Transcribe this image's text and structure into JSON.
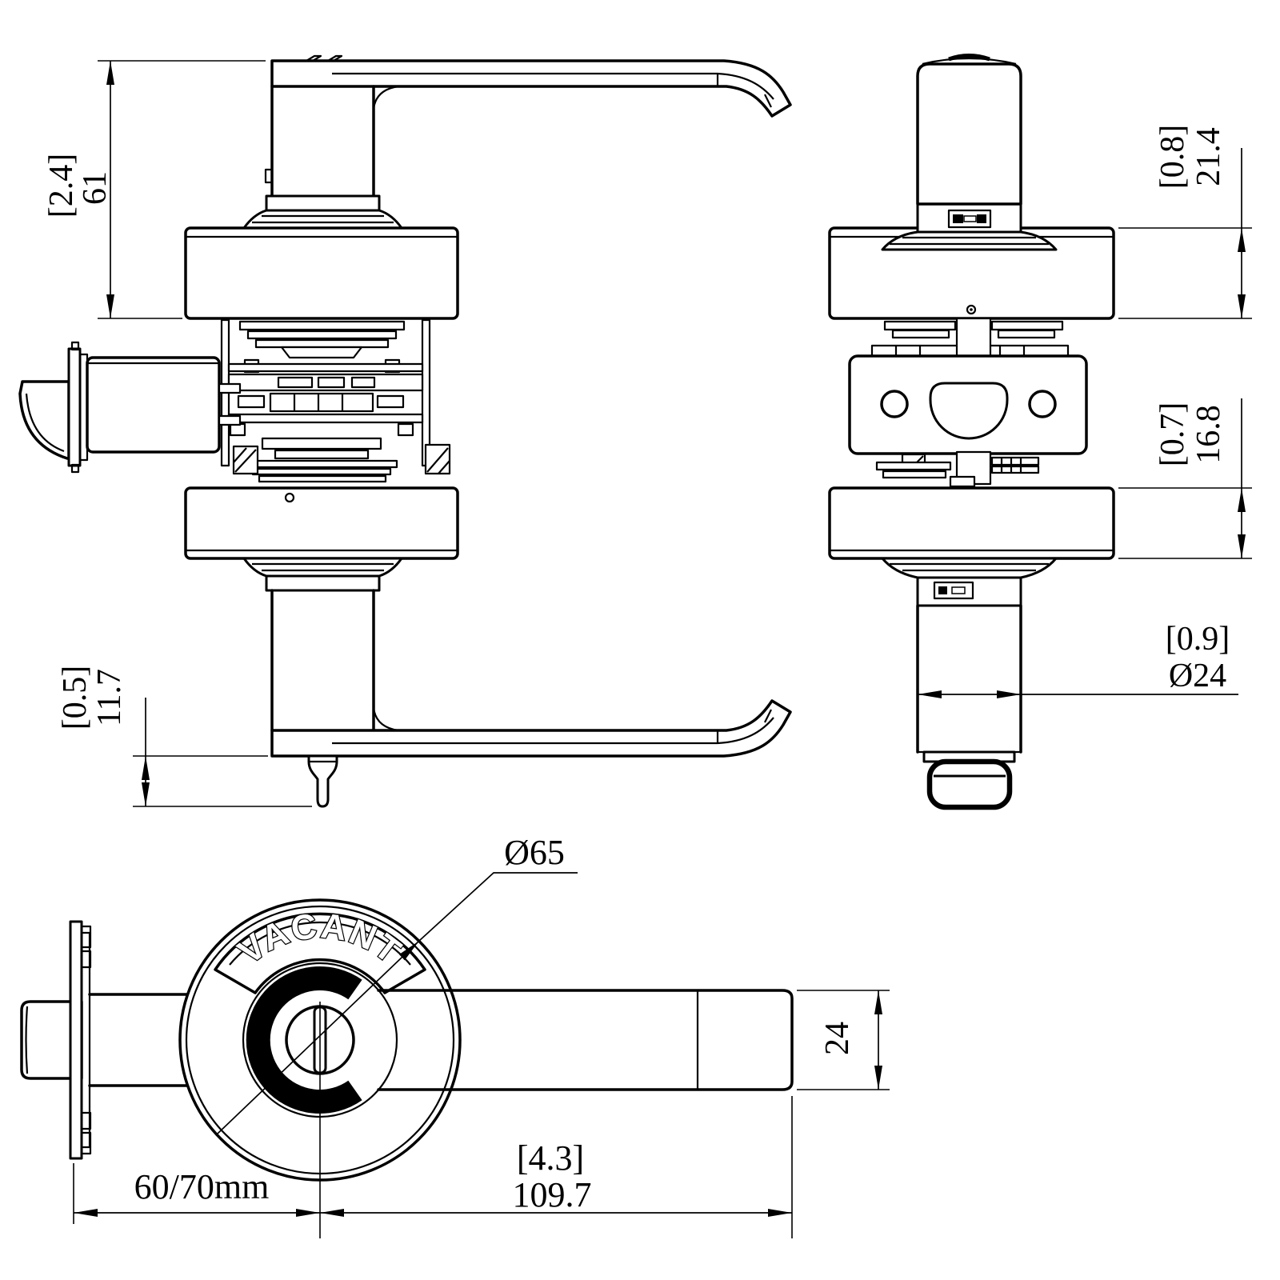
{
  "drawing": {
    "type": "technical-drawing",
    "subject": "privacy lever lockset with vacant/occupied indicator",
    "background_color": "#ffffff",
    "line_color": "#000000",
    "indicator": {
      "text": "VACANT"
    },
    "dims": {
      "overall_height": {
        "in": "[2.4]",
        "mm": "61"
      },
      "lever_drop": {
        "in": "[0.5]",
        "mm": "11.7"
      },
      "upper_rose_depth": {
        "in": "[0.8]",
        "mm": "21.4"
      },
      "lower_rose_depth": {
        "in": "[0.7]",
        "mm": "16.8"
      },
      "neck_diameter": {
        "in": "[0.9]",
        "mm": "Ø24"
      },
      "rose_diameter": "Ø65",
      "backset": "60/70mm",
      "lever_length": {
        "in": "[4.3]",
        "mm": "109.7"
      },
      "lever_width": "24"
    }
  }
}
